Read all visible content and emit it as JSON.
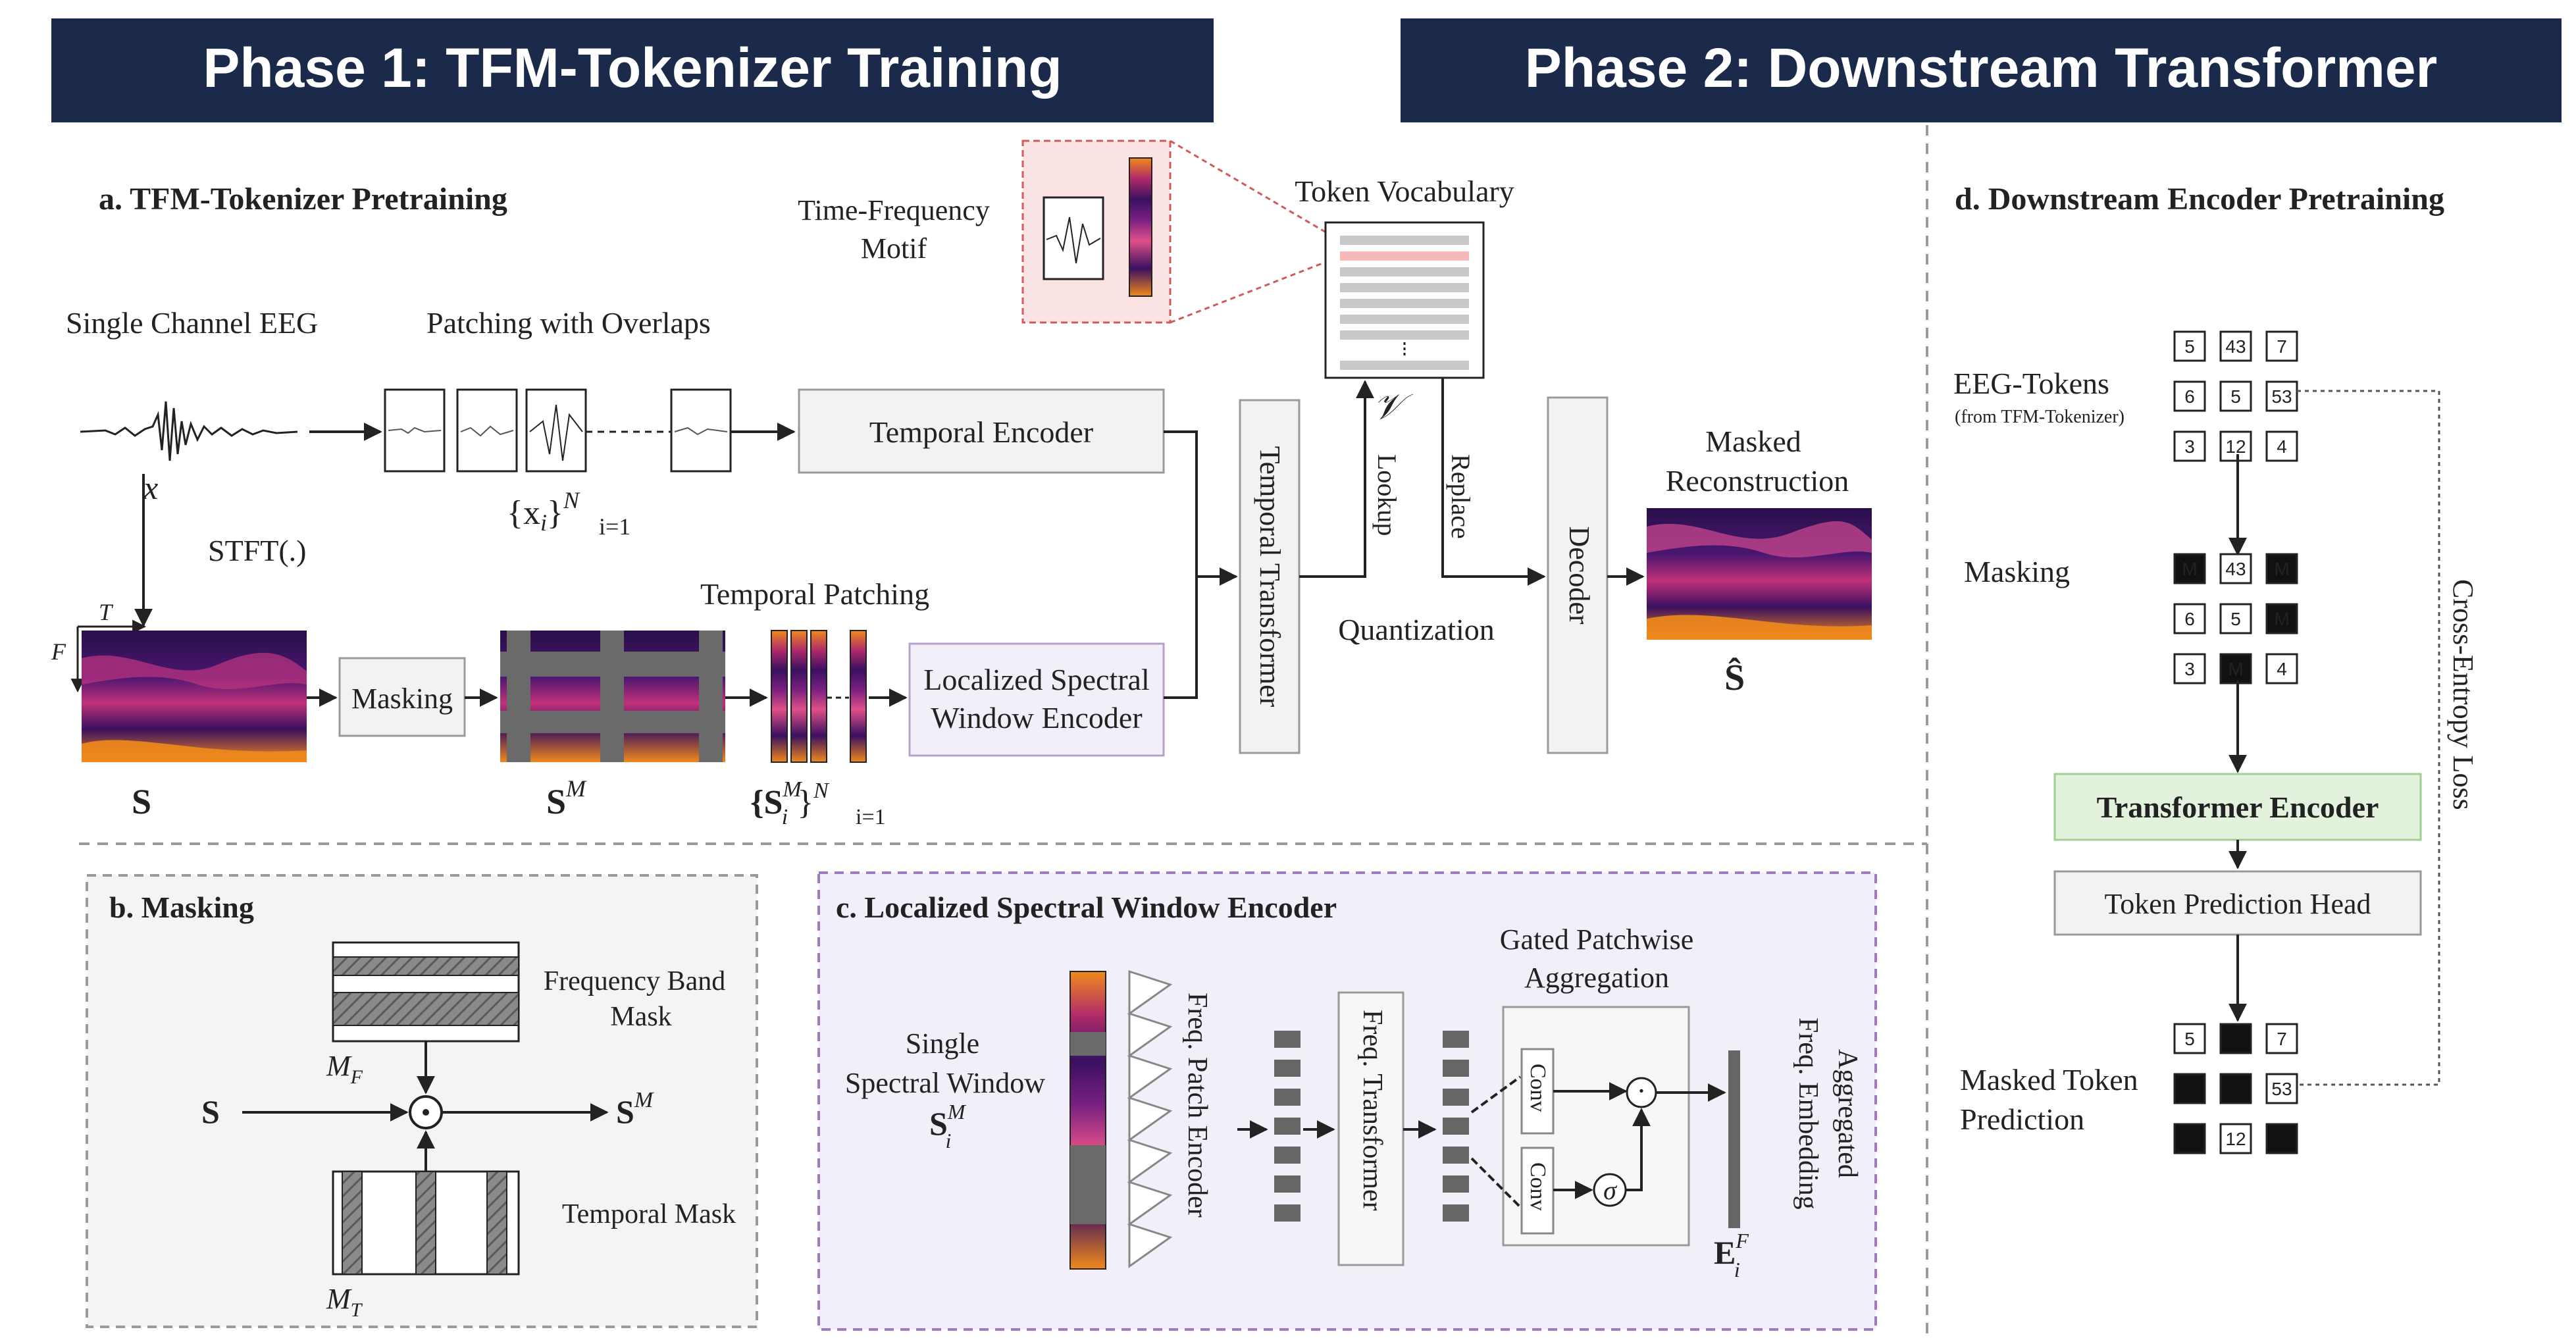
{
  "headers": {
    "phase1": "Phase 1: TFM-Tokenizer Training",
    "phase2": "Phase 2: Downstream Transformer"
  },
  "panel_a": {
    "title": "a. TFM-Tokenizer Pretraining",
    "single_channel_eeg": "Single Channel EEG",
    "x_symbol": "x",
    "patching": "Patching with Overlaps",
    "patches_symbol": "{x",
    "patches_symbol_i": "i",
    "patches_symbol_sup": "N",
    "patches_symbol_sub": "}",
    "patches_symbol_range": "i=1",
    "stft": "STFT(.)",
    "axis_t": "T",
    "axis_f": "F",
    "s_label": "S",
    "masking": "Masking",
    "sm_label": "S",
    "sm_sup": "M",
    "temporal_patching": "Temporal Patching",
    "spec_patches_open": "{S",
    "spec_patches_sup": "M",
    "spec_patches_i": "i",
    "spec_patches_close": "}",
    "spec_patches_N": "N",
    "spec_patches_range": "i=1",
    "temporal_encoder": "Temporal Encoder",
    "lsw_encoder_line1": "Localized Spectral",
    "lsw_encoder_line2": "Window Encoder",
    "temporal_transformer": "Temporal Transformer",
    "tf_motif_line1": "Time-Frequency",
    "tf_motif_line2": "Motif",
    "token_vocabulary": "Token Vocabulary",
    "vocab_symbol": "𝒱",
    "lookup": "Lookup",
    "replace": "Replace",
    "quantization": "Quantization",
    "decoder": "Decoder",
    "masked_recon_line1": "Masked",
    "masked_recon_line2": "Reconstruction",
    "s_hat": "Ŝ"
  },
  "panel_b": {
    "title": "b. Masking",
    "freq_mask_line1": "Frequency Band",
    "freq_mask_line2": "Mask",
    "mf": "M",
    "mf_sub": "F",
    "s": "S",
    "op": "⊙",
    "sm": "S",
    "sm_sup": "M",
    "temporal_mask": "Temporal Mask",
    "mt": "M",
    "mt_sub": "T"
  },
  "panel_c": {
    "title": "c. Localized Spectral Window Encoder",
    "single_line1": "Single",
    "single_line2": "Spectral Window",
    "sim": "S",
    "sim_sup": "M",
    "sim_sub": "i",
    "freq_patch_encoder": "Freq. Patch Encoder",
    "freq_transformer": "Freq. Transformer",
    "gated_line1": "Gated Patchwise",
    "gated_line2": "Aggregation",
    "conv": "Conv",
    "sigma": "σ",
    "dot": "·",
    "agg_line1": "Aggregated",
    "agg_line2": "Freq. Embedding",
    "eif": "E",
    "eif_sup": "F",
    "eif_sub": "i"
  },
  "panel_d": {
    "title": "d. Downstream Encoder Pretraining",
    "eeg_tokens": "EEG-Tokens",
    "from_tokenizer": "(from TFM-Tokenizer)",
    "tokens": [
      [
        "5",
        "43",
        "7"
      ],
      [
        "6",
        "5",
        "53"
      ],
      [
        "3",
        "12",
        "4"
      ]
    ],
    "masking": "Masking",
    "masked_tokens": [
      [
        "M",
        "43",
        "M"
      ],
      [
        "6",
        "5",
        "M"
      ],
      [
        "3",
        "M",
        "4"
      ]
    ],
    "transformer_encoder": "Transformer Encoder",
    "token_prediction_head": "Token Prediction Head",
    "masked_token_line1": "Masked Token",
    "masked_token_line2": "Prediction",
    "predicted_tokens": [
      [
        "5",
        "",
        "7"
      ],
      [
        "",
        "",
        "53"
      ],
      [
        "",
        "12",
        ""
      ]
    ],
    "cross_entropy": "Cross-Entropy Loss"
  },
  "colors": {
    "header_bg": "#1b2a4a",
    "spec_dark": "#1a0d3a",
    "spec_hot": "#f08a1c",
    "motif_pink": "#fbe3e3",
    "vocab_highlight": "#f6b9b9",
    "lsw_fill": "#f3eff8",
    "panel_c_border": "#a07ac0",
    "transformer_encoder_fill": "#e2f2dd"
  }
}
